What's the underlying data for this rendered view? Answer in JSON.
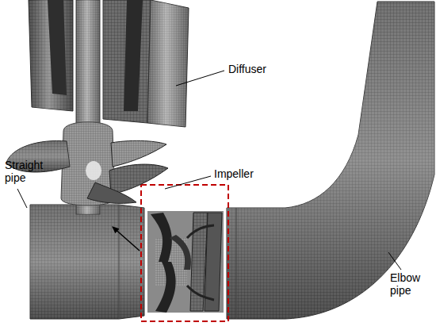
{
  "diagram": {
    "labels": [
      "Diffuser",
      "Impeller",
      "Straight pipe",
      "Elbow pipe"
    ]
  }
}
